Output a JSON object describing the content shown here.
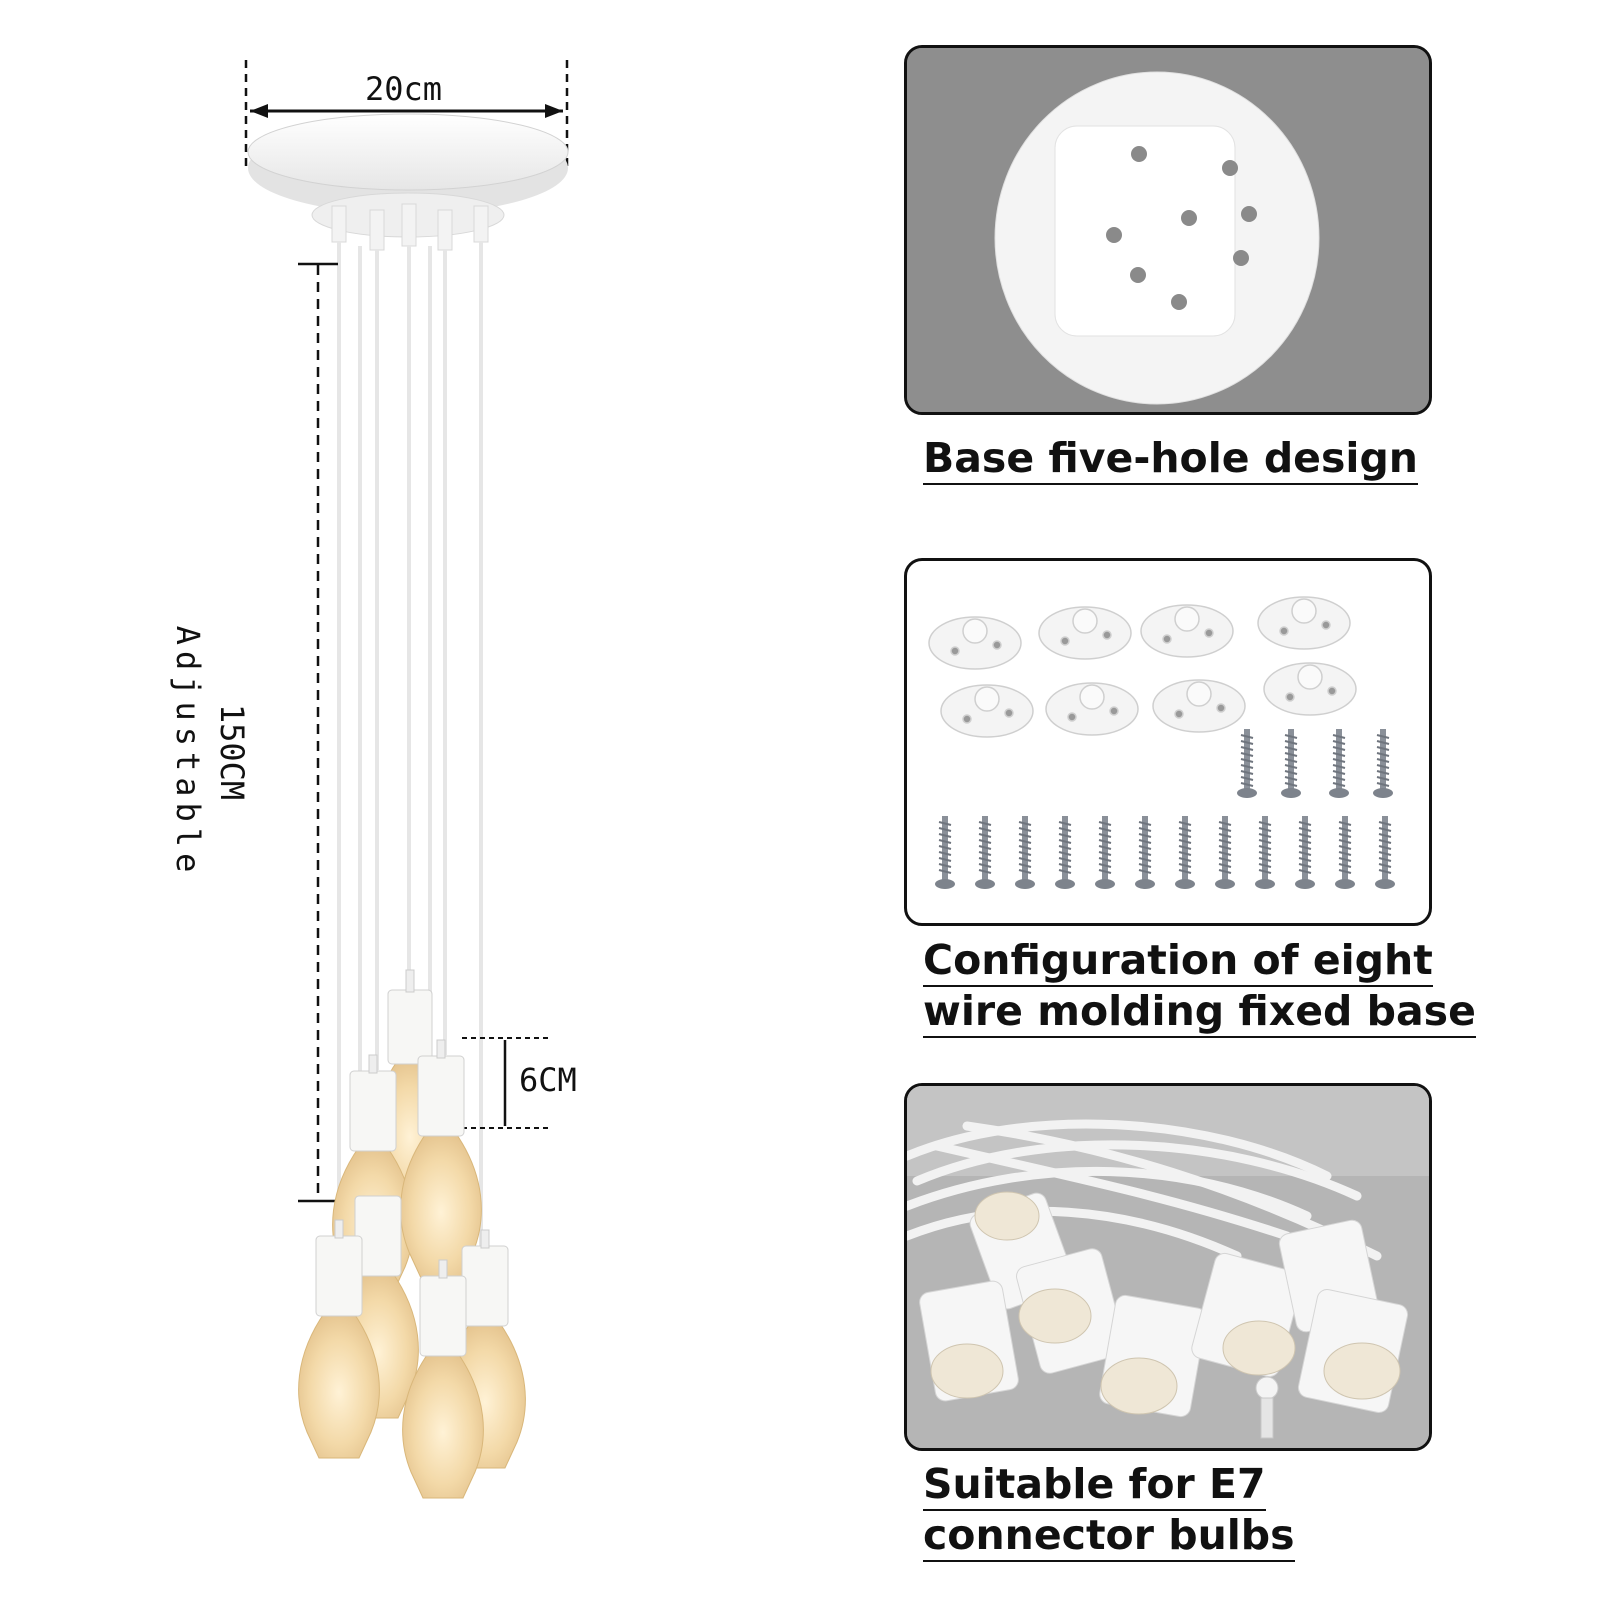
{
  "dimensions": {
    "width_label": "20cm",
    "length_label": "150CM",
    "adjustable_label": "Adjustable",
    "socket_label": "6CM"
  },
  "panels": [
    {
      "caption_lines": [
        "Base five-hole design"
      ]
    },
    {
      "caption_lines": [
        "Configuration of eight",
        "wire molding fixed base"
      ]
    },
    {
      "caption_lines": [
        "Suitable for E7",
        "connector bulbs"
      ]
    }
  ],
  "colors": {
    "background": "#ffffff",
    "panel_border": "#111111",
    "photo_gray": "#8e8e8e",
    "fixture_white": "#f7f7f5",
    "bulb_amber": "#f3d9a8",
    "screw_gray": "#8a9099"
  }
}
